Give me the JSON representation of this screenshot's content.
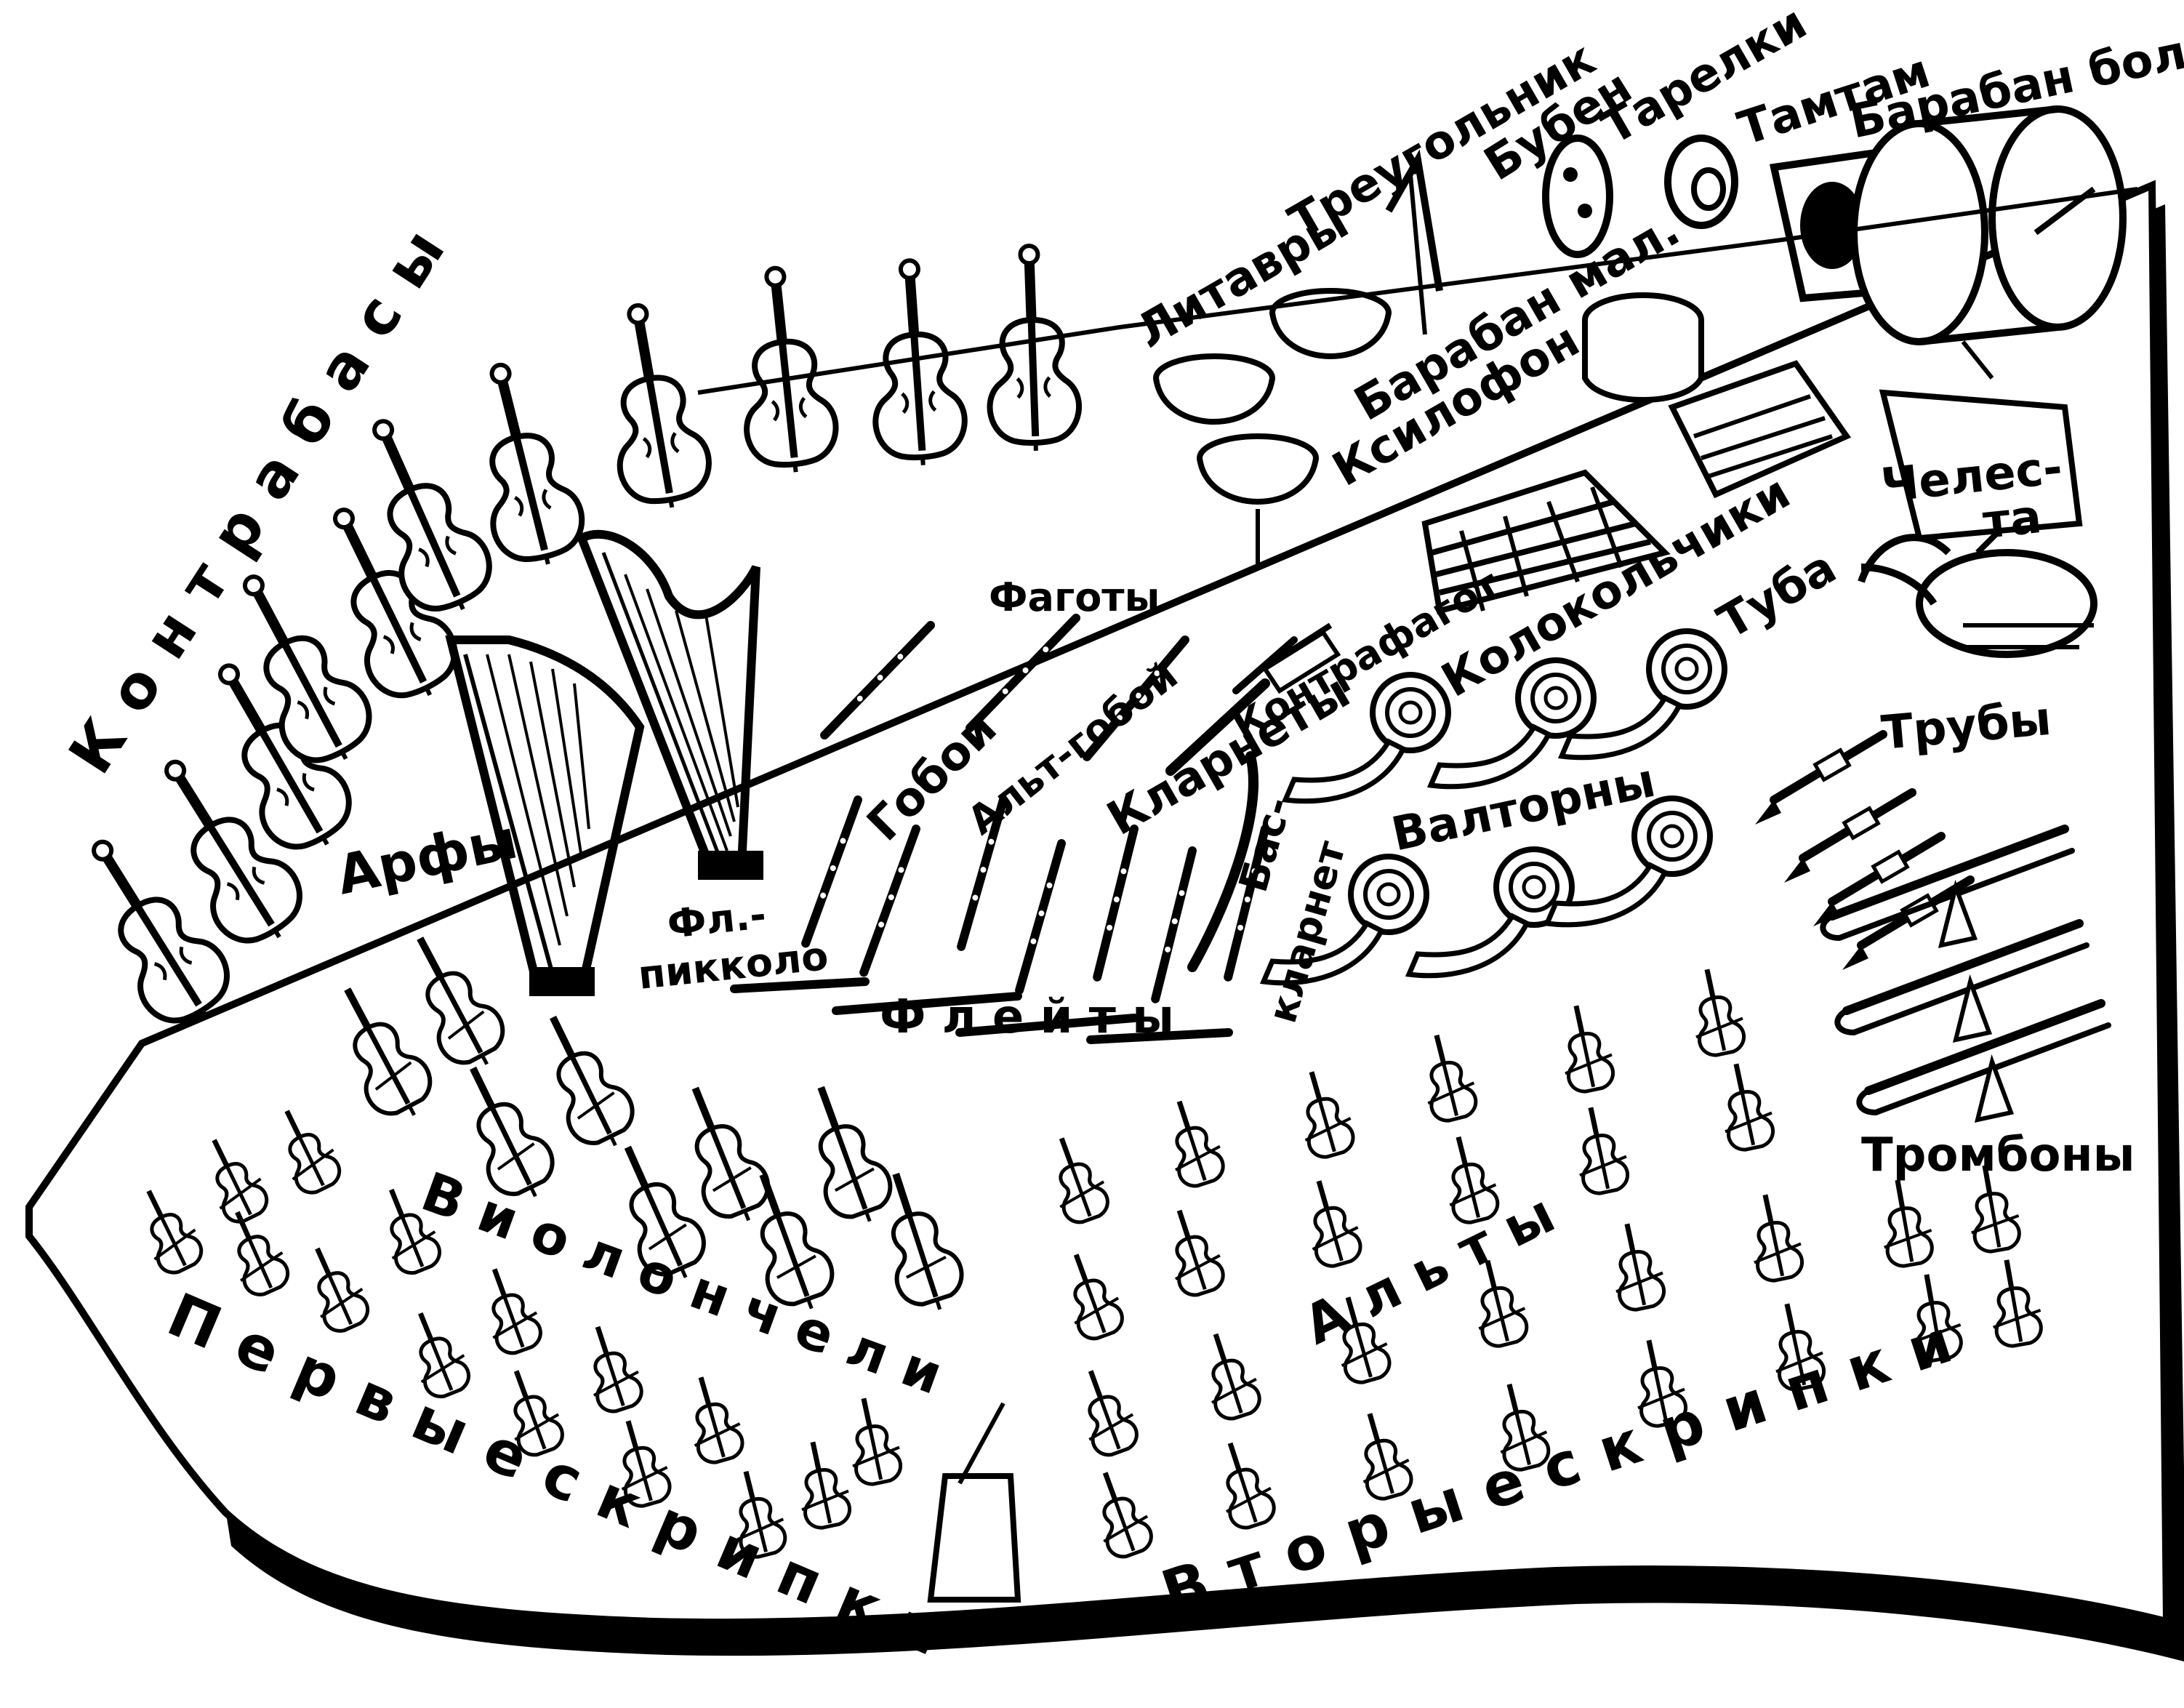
{
  "diagram": {
    "colors": {
      "ink": "#000000",
      "paper": "#ffffff",
      "shadow": "#000000"
    },
    "labels": {
      "double_basses": "К о н т р а б а с ы",
      "harps": "Арфы",
      "cellos": "В и о л о н ч е л и",
      "first_violins": "П е р в ы е  с к р и п к и",
      "second_violins": "В т о р ы е  с к р и п к и",
      "violas": "А л ь т ы",
      "timpani": "Литавры",
      "triangle": "Треугольник",
      "tambourine": "Бубен",
      "cymbals": "Тарелки",
      "tamtam": "Тамтам",
      "bass_drum": "Барабан  бол.",
      "snare_drum": "Барабан мал.",
      "xylophone": "Ксилофон",
      "celesta_line1": "Челес-",
      "celesta_line2": "та",
      "bells": "Колокольчики",
      "contrabassoon": "Контрафагот",
      "bassoons": "Фаготы",
      "oboes": "Гобои",
      "english_horn": "Альт-гобой",
      "clarinets": "Кларнеты",
      "bass_clarinet_line1": "Бас-",
      "bass_clarinet_line2": "кларнет",
      "piccolo_line1": "Фл.-",
      "piccolo_line2": "пикколо",
      "flutes": "Ф л е й т ы",
      "tuba": "Туба",
      "trumpets": "Трубы",
      "horns": "Валторны",
      "trombones": "Тромбоны"
    },
    "icons": {
      "double_bass": "double-bass-icon",
      "harp": "harp-icon",
      "cello": "cello-icon",
      "violin": "violin-icon",
      "viola": "viola-icon",
      "timpani": "timpani-icon",
      "triangle": "triangle-icon",
      "tambourine": "tambourine-icon",
      "cymbals": "cymbals-icon",
      "tamtam": "tamtam-icon",
      "bass_drum": "bass-drum-icon",
      "snare_drum": "snare-drum-icon",
      "xylophone": "xylophone-icon",
      "celesta": "celesta-icon",
      "bells": "bells-icon",
      "woodwind": "woodwind-icon",
      "horn": "french-horn-icon",
      "tuba": "tuba-icon",
      "trumpet": "trumpet-icon",
      "trombone": "trombone-icon",
      "conductor_podium": "conductor-podium-icon"
    }
  }
}
